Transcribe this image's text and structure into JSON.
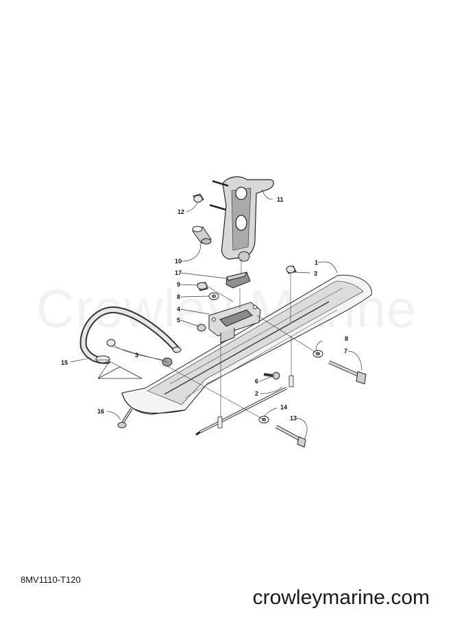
{
  "watermark": "Crowley Marine",
  "drawing_code": "8MV1110-T120",
  "site_url": "crowleymarine.com",
  "callouts": [
    "1",
    "2",
    "3",
    "3",
    "4",
    "5",
    "6",
    "7",
    "8",
    "8",
    "9",
    "10",
    "11",
    "12",
    "13",
    "14",
    "15",
    "16",
    "17"
  ]
}
